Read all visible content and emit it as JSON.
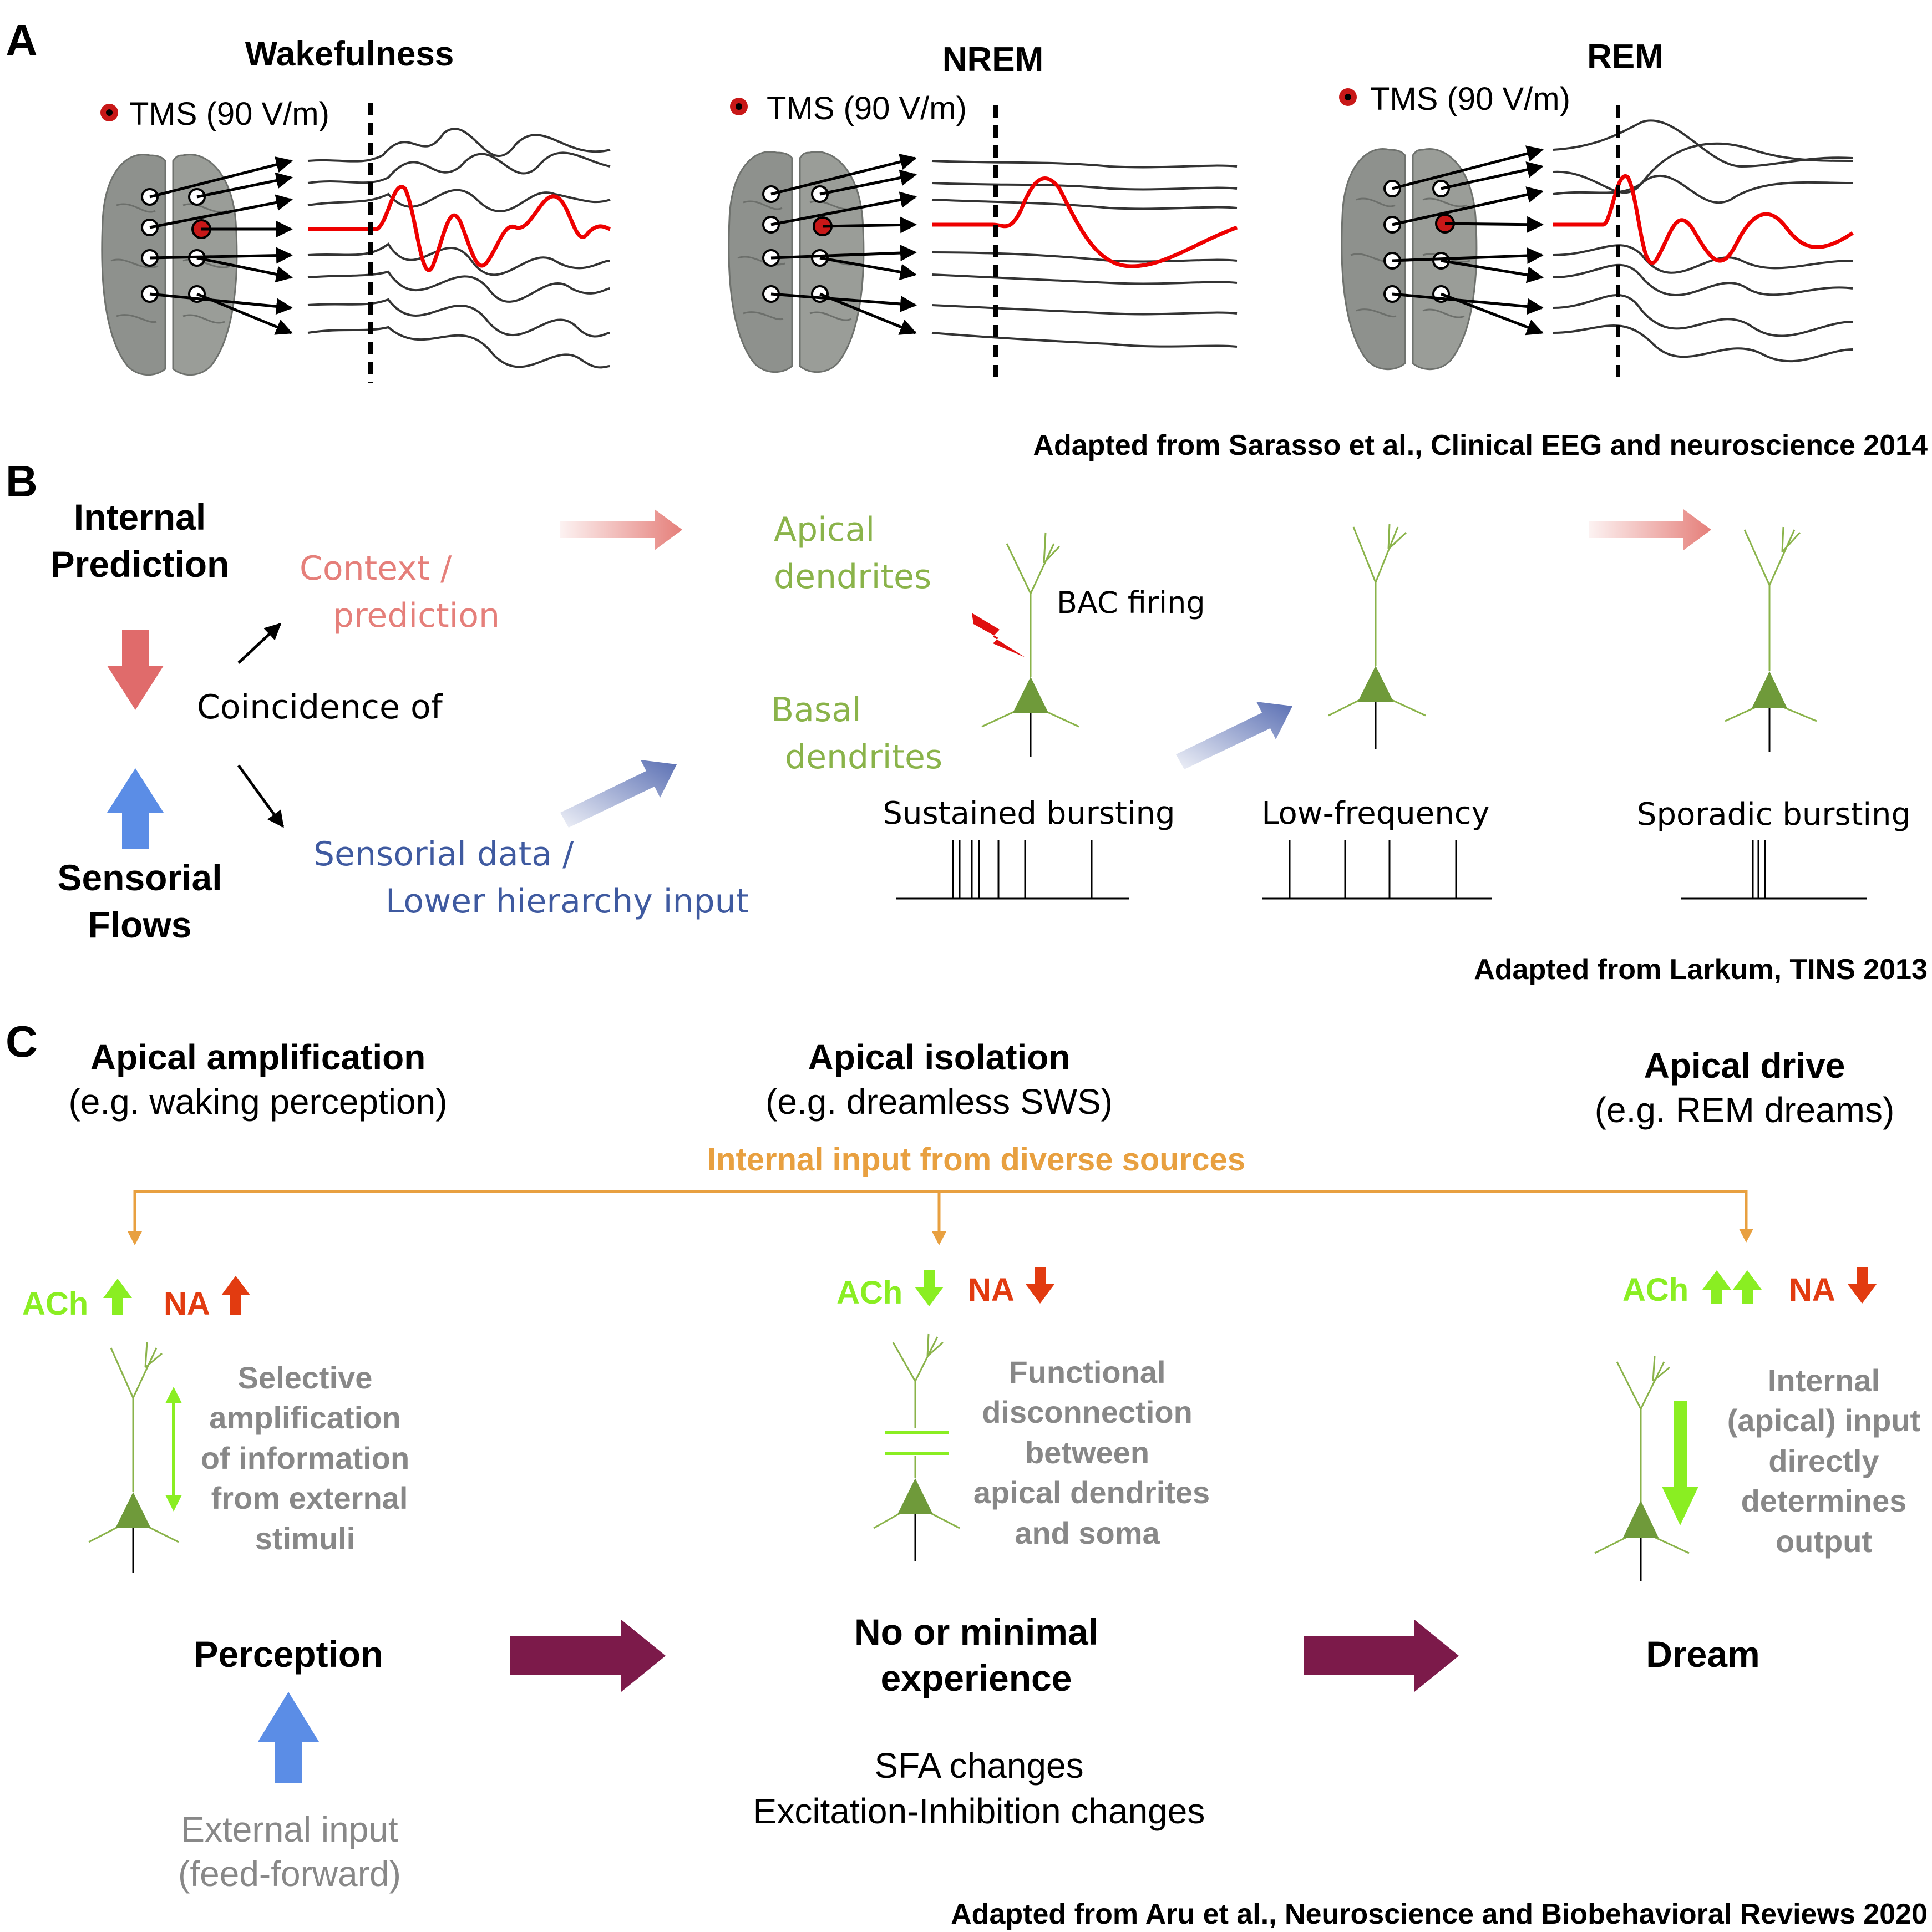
{
  "panelA": {
    "label": "A",
    "wake": {
      "title": "Wakefulness",
      "tms": "TMS (90 V/m)"
    },
    "nrem": {
      "title": "NREM",
      "tms": "TMS (90 V/m)"
    },
    "rem": {
      "title": "REM",
      "tms": "TMS (90 V/m)"
    },
    "credit": "Adapted from  Sarasso et al., Clinical EEG and neuroscience 2014"
  },
  "panelB": {
    "label": "B",
    "internal_prediction": [
      "Internal",
      "Prediction"
    ],
    "sensorial_flows": [
      "Sensorial",
      "Flows"
    ],
    "coincidence": "Coincidence of",
    "context": [
      "Context /",
      "prediction"
    ],
    "sensorial_data": [
      "Sensorial data /",
      "Lower hierarchy input"
    ],
    "apical": [
      "Apical",
      "dendrites"
    ],
    "basal": [
      "Basal",
      "dendrites"
    ],
    "bac": "BAC firing",
    "sustained": "Sustained bursting",
    "lowfreq": "Low-frequency",
    "sporadic": "Sporadic bursting",
    "credit": "Adapted from  Larkum, TINS 2013"
  },
  "panelC": {
    "label": "C",
    "amp_title": "Apical amplification",
    "amp_sub": "(e.g. waking perception)",
    "iso_title": "Apical isolation",
    "iso_sub": "(e.g. dreamless SWS)",
    "drive_title": "Apical drive",
    "drive_sub": "(e.g. REM dreams)",
    "internal_input": "Internal input from diverse sources",
    "ach": "ACh",
    "na": "NA",
    "amp_desc": [
      "Selective",
      "amplification",
      "of information",
      "from external",
      "stimuli"
    ],
    "iso_desc": [
      "Functional",
      "disconnection",
      "between",
      "apical dendrites",
      "and soma"
    ],
    "drive_desc": [
      "Internal",
      "(apical) input",
      "directly",
      "determines",
      "output"
    ],
    "perception": "Perception",
    "minimal": [
      "No or minimal",
      "experience"
    ],
    "dream": "Dream",
    "sfa": "SFA changes",
    "ei": "Excitation-Inhibition changes",
    "external": [
      "External input",
      "(feed-forward)"
    ],
    "credit": "Adapted from  Aru et al., Neuroscience and Biobehavioral Reviews 2020"
  },
  "colors": {
    "neuron_green": "#8ab34a",
    "soma_green": "#6f9a3a",
    "red_arrow": "#e06b6b",
    "blue_arrow": "#5b8de6",
    "context_pink": "#e57f7a",
    "sensorial_blue": "#3f5aa0",
    "ach_green": "#8aee22",
    "na_red": "#e23b10",
    "orange": "#e8a040",
    "maroon": "#7c1a4a",
    "grey_text": "#888888"
  }
}
